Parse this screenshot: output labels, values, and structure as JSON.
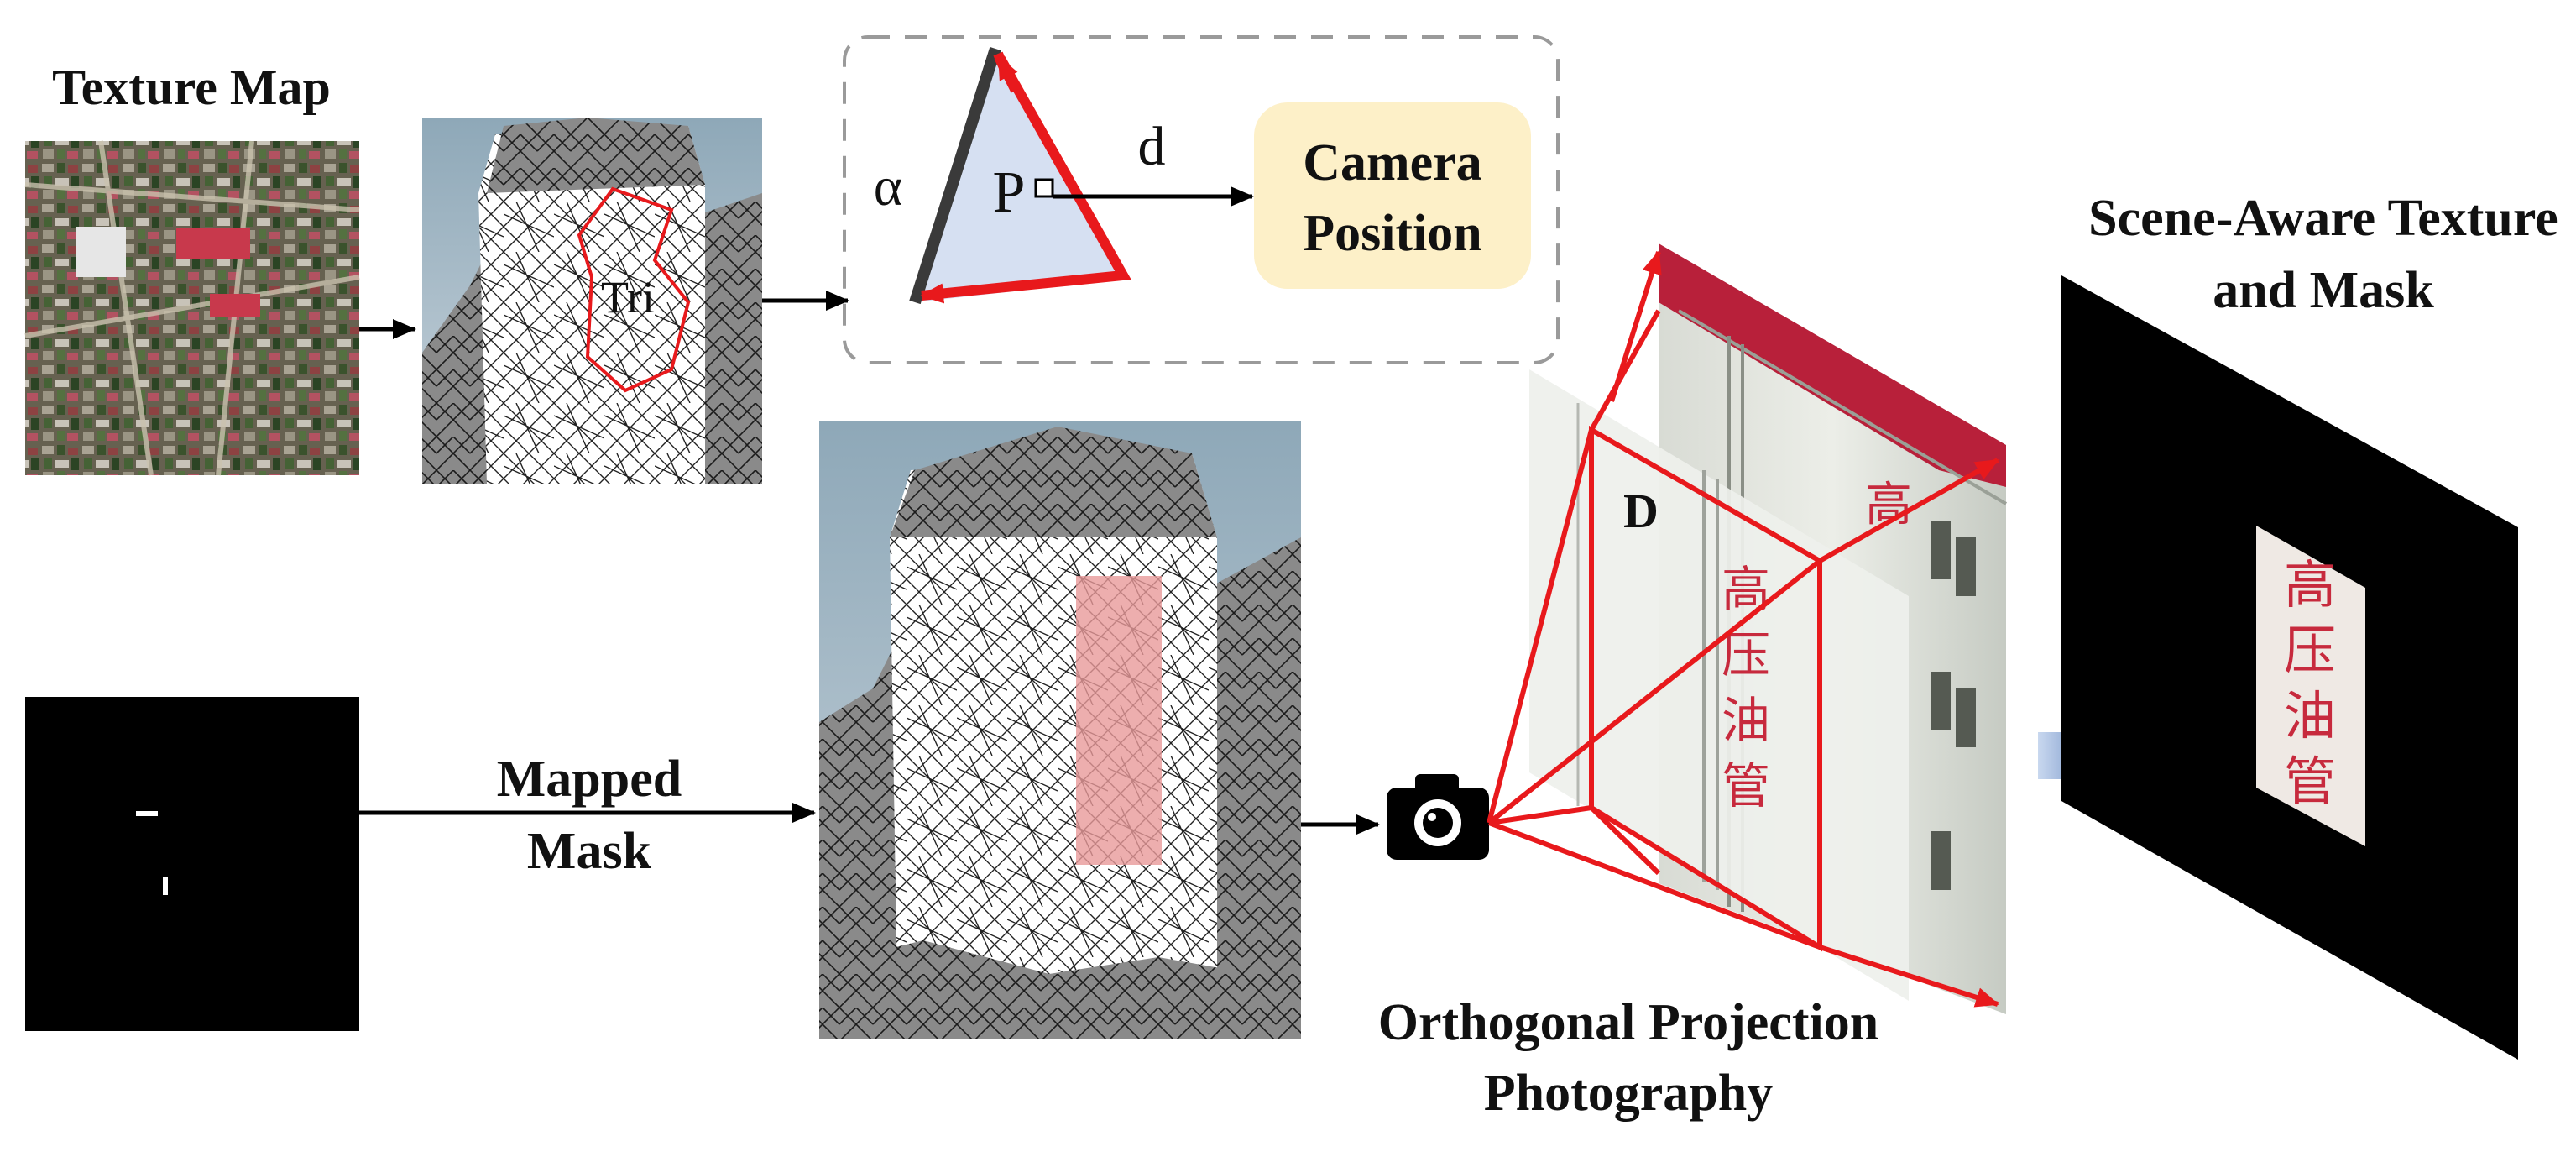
{
  "texture_map": {
    "title": "Texture Map"
  },
  "mesh_top": {
    "triangle_label": "Tri"
  },
  "triangle_panel": {
    "alpha_label": "α",
    "point_label": "P",
    "distance_label": "d",
    "camera_box": {
      "line1": "Camera",
      "line2": "Position",
      "fill": "#fdf0c8"
    }
  },
  "mask_edge": {
    "line1": "Mapped",
    "line2": "Mask"
  },
  "projection": {
    "depth_label": "D",
    "caption_line1": "Orthogonal Projection",
    "caption_line2": "Photography",
    "sign_text": [
      "高",
      "压",
      "油",
      "管"
    ]
  },
  "output": {
    "title_line1": "Scene-Aware Texture",
    "title_line2": "and Mask",
    "sign_text": [
      "高",
      "压",
      "油",
      "管"
    ]
  },
  "colors": {
    "accent_red": "#e8191c",
    "highlight_pink": "#e89a9a",
    "triangle_fill": "#d6e0f2",
    "dash_gray": "#9a9a9a",
    "arrow_blue": "#6f94c8"
  },
  "icons": {
    "camera": "camera-icon"
  }
}
